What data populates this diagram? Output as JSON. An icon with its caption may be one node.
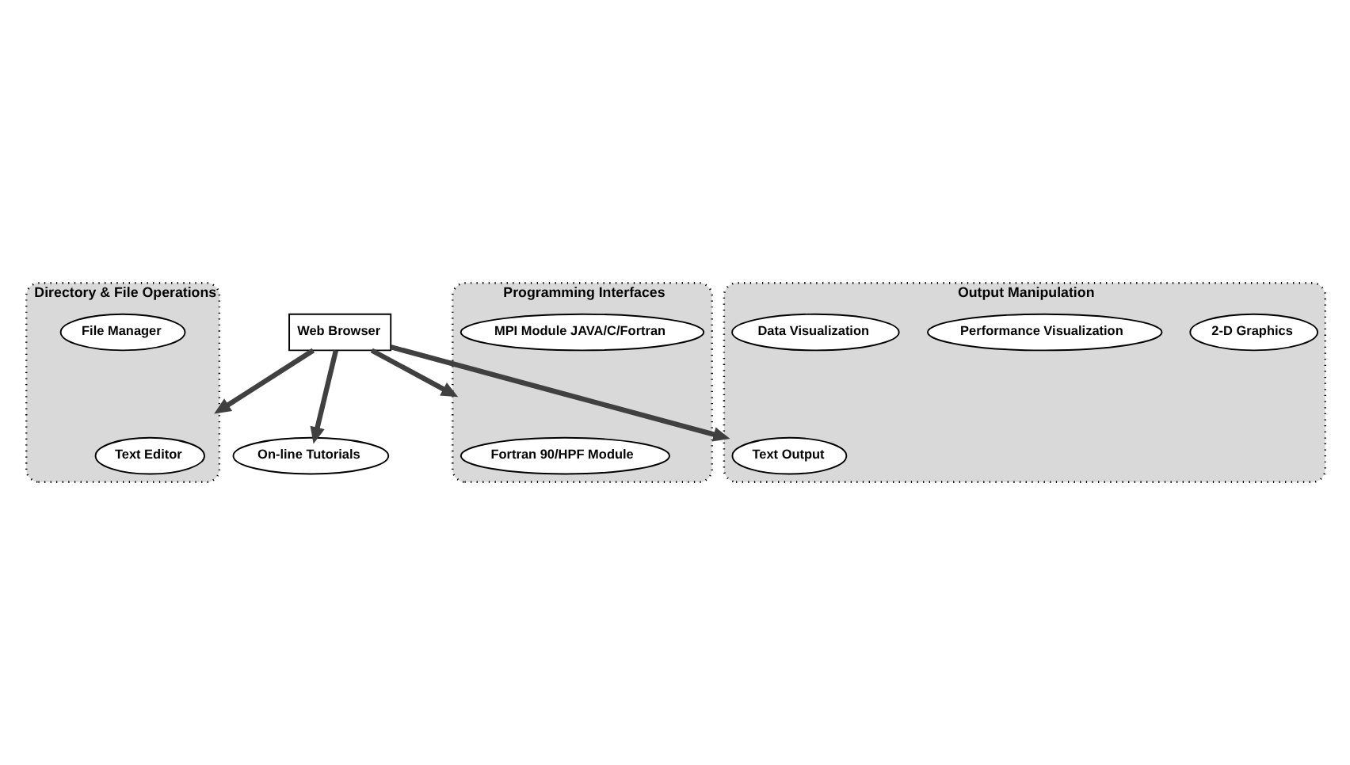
{
  "diagram": {
    "nodes": [
      {
        "text": [
          "Directory & File Operations"
        ]
      },
      {
        "text": [
          "Text Editor"
        ],
        "in": 0
      },
      {
        "text": [
          "File Manager"
        ],
        "in": 0
      },
      {
        "text": [
          "On-line Tutorials"
        ]
      },
      {
        "text": [
          "Web Browser"
        ]
      },
      {
        "text": [
          "Programming Interfaces"
        ]
      },
      {
        "text": [
          "Fortran 90/HPF Module"
        ],
        "in": 5
      },
      {
        "text": [
          "MPI Module JAVA/C/Fortran"
        ],
        "in": 5
      },
      {
        "text": [
          "Output Manipulation"
        ]
      },
      {
        "text": [
          "Text Output"
        ],
        "in": 8
      },
      {
        "text": [
          "2-D Graphics"
        ],
        "in": 8
      },
      {
        "text": [
          "Performance Visualization"
        ],
        "in": 8
      },
      {
        "text": [
          "Data Visualization"
        ],
        "in": 8
      }
    ],
    "edges": [
      {
        "from": 4,
        "to": 3,
        "arrow": "to"
      },
      {
        "from": 4,
        "to": 0,
        "arrow": "to"
      },
      {
        "from": 4,
        "to": 5,
        "arrow": "to"
      },
      {
        "from": 4,
        "to": 8,
        "arrow": "to"
      }
    ]
  }
}
